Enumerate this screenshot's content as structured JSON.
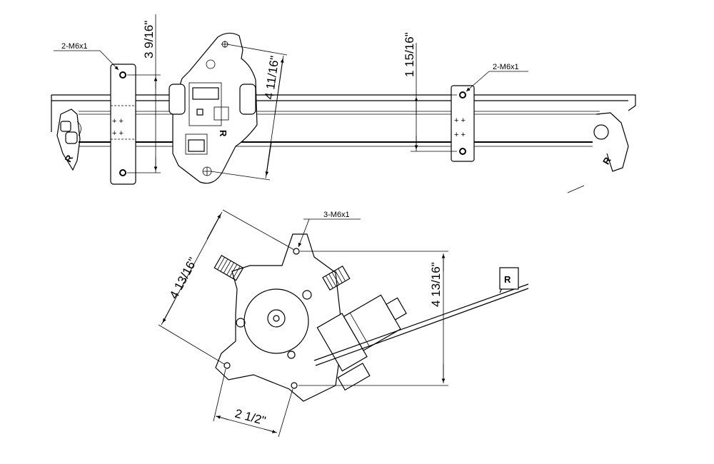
{
  "diagram": {
    "top_assembly": {
      "left_bracket_callout": "2-M6x1",
      "right_bracket_callout": "2-M6x1",
      "left_bracket_hole_spacing": "3 9/16\"",
      "plate_hole_spacing": "4 11/16\"",
      "right_bracket_hole_spacing": "1 15/16\"",
      "side_marker_left": "R",
      "side_marker_plate": "R",
      "side_marker_right": "R"
    },
    "motor_assembly": {
      "mount_callout": "3-M6x1",
      "diagonal_hole_spacing": "4 13/16\"",
      "vertical_hole_spacing": "4 13/16\"",
      "bottom_hole_spacing": "2 1/2\"",
      "connector_marker": "R"
    }
  }
}
